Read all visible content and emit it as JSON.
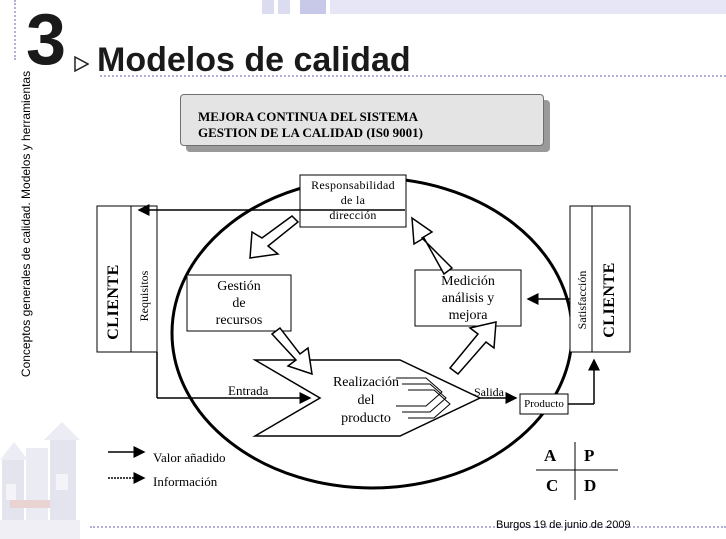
{
  "header": {
    "section_number": "3",
    "title": "Modelos de calidad",
    "side_caption": "Conceptos generales de calidad. Modelos y herramientas"
  },
  "diagram": {
    "title_line1": "MEJORA CONTINUA DEL SISTEMA",
    "title_line2": "GESTION DE LA CALIDAD (IS0  9001)",
    "responsabilidad": [
      "Responsabilidad",
      "de la",
      "dirección"
    ],
    "gestion": [
      "Gestión",
      "de",
      "recursos"
    ],
    "medicion": [
      "Medición",
      "análisis y",
      "mejora"
    ],
    "realizacion": [
      "Realización",
      "del",
      "producto"
    ],
    "entrada": "Entrada",
    "salida": "Salida",
    "producto": "Producto",
    "cliente_left": "CLIENTE",
    "requisitos": "Requisitos",
    "cliente_right": "CLIENTE",
    "satisfaccion": "Satisfacción"
  },
  "legend": {
    "valor": "Valor añadido",
    "informacion": "Información"
  },
  "pdca": {
    "a": "A",
    "p": "P",
    "c": "C",
    "d": "D"
  },
  "footer": {
    "text": "Burgos 19 de junio  de  2009"
  },
  "colors": {
    "header_title": "#1a1a1a",
    "accent_lavender": "#d8d8f0",
    "title_box_bg": "#e4e4e4"
  }
}
